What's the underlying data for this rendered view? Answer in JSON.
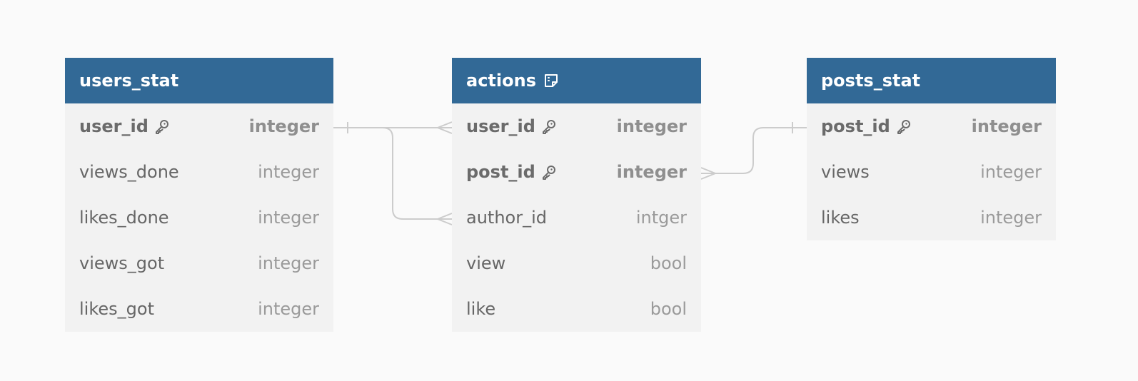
{
  "colors": {
    "header": "#326996",
    "body": "#f2f2f2",
    "connector": "#cccccc",
    "background": "#fafafa"
  },
  "tables": [
    {
      "id": "users_stat",
      "title": "users_stat",
      "has_note": false,
      "fields": [
        {
          "name": "user_id",
          "type": "integer",
          "pk": true
        },
        {
          "name": "views_done",
          "type": "integer",
          "pk": false
        },
        {
          "name": "likes_done",
          "type": "integer",
          "pk": false
        },
        {
          "name": "views_got",
          "type": "integer",
          "pk": false
        },
        {
          "name": "likes_got",
          "type": "integer",
          "pk": false
        }
      ]
    },
    {
      "id": "actions",
      "title": "actions",
      "has_note": true,
      "fields": [
        {
          "name": "user_id",
          "type": "integer",
          "pk": true
        },
        {
          "name": "post_id",
          "type": "integer",
          "pk": true
        },
        {
          "name": "author_id",
          "type": "intger",
          "pk": false
        },
        {
          "name": "view",
          "type": "bool",
          "pk": false
        },
        {
          "name": "like",
          "type": "bool",
          "pk": false
        }
      ]
    },
    {
      "id": "posts_stat",
      "title": "posts_stat",
      "has_note": false,
      "fields": [
        {
          "name": "post_id",
          "type": "integer",
          "pk": true
        },
        {
          "name": "views",
          "type": "integer",
          "pk": false
        },
        {
          "name": "likes",
          "type": "integer",
          "pk": false
        }
      ]
    }
  ],
  "relationships": [
    {
      "from_table": "users_stat",
      "from_field": "user_id",
      "from_card": "one",
      "to_table": "actions",
      "to_field": "user_id",
      "to_card": "many"
    },
    {
      "from_table": "users_stat",
      "from_field": "user_id",
      "from_card": "one",
      "to_table": "actions",
      "to_field": "author_id",
      "to_card": "many"
    },
    {
      "from_table": "posts_stat",
      "from_field": "post_id",
      "from_card": "one",
      "to_table": "actions",
      "to_field": "post_id",
      "to_card": "many"
    }
  ],
  "icons": {
    "primary_key": "key-icon",
    "table_note": "note-icon"
  }
}
